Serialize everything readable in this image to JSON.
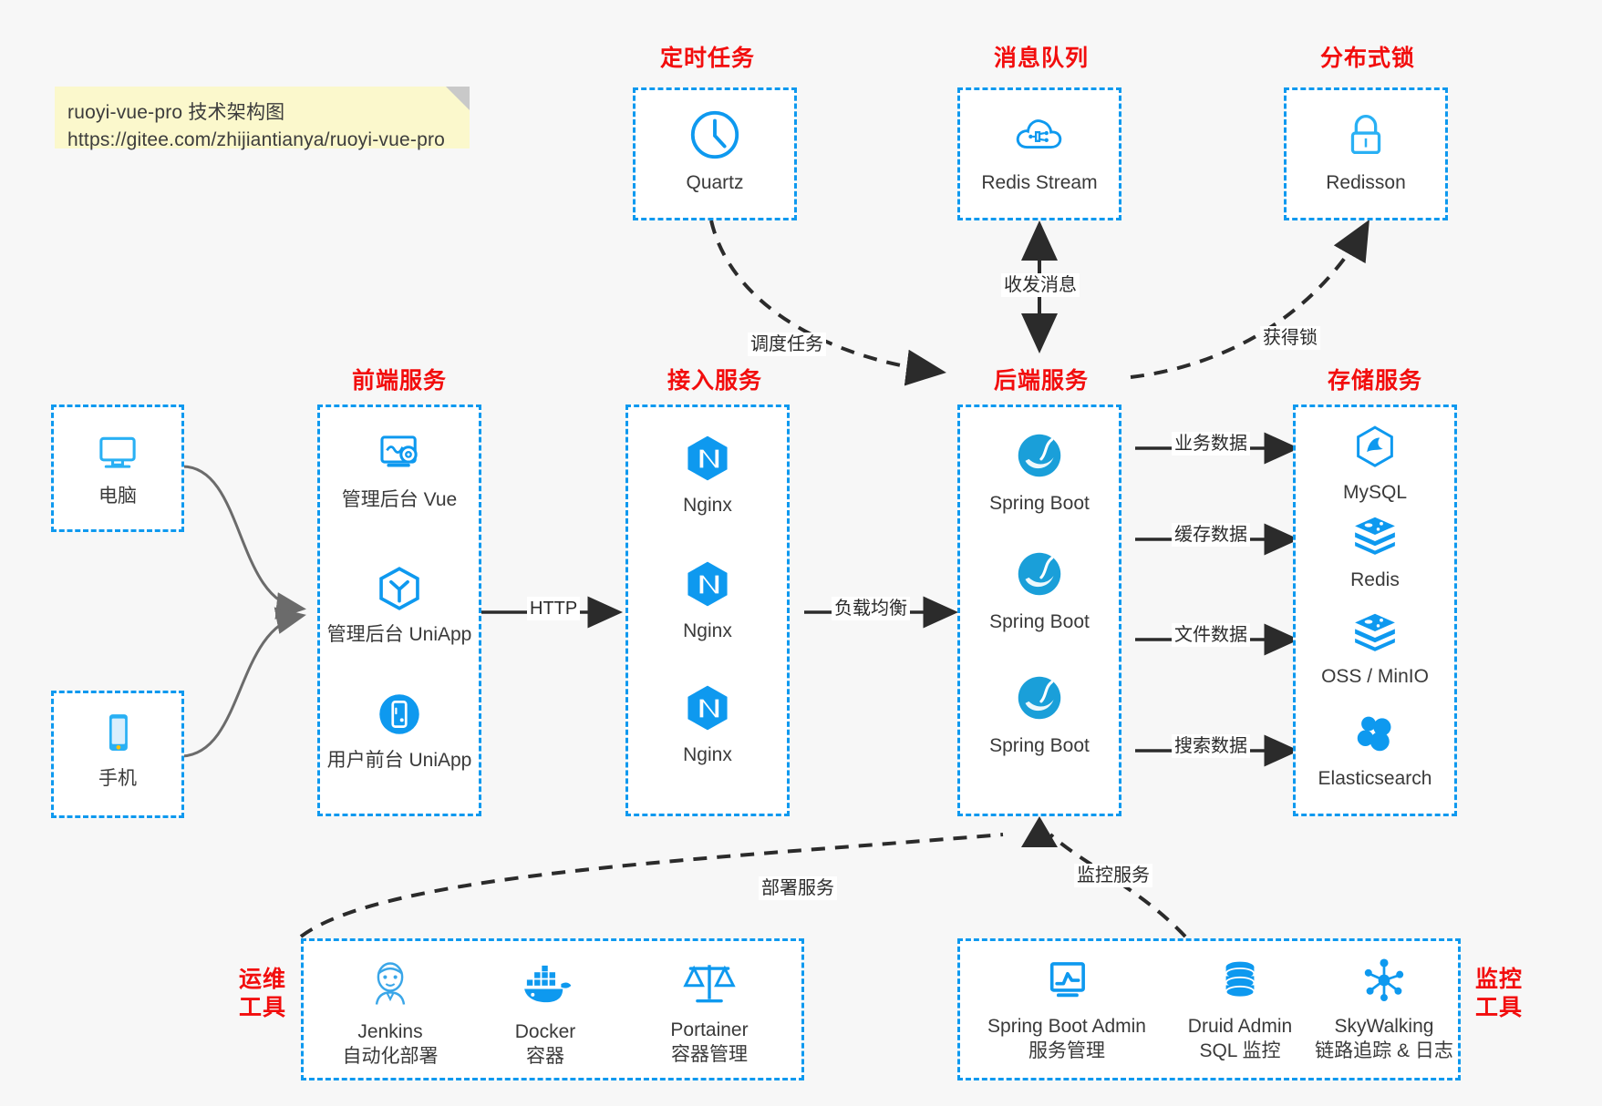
{
  "note": {
    "line1": "ruoyi-vue-pro 技术架构图",
    "line2": "https://gitee.com/zhijiantianya/ruoyi-vue-pro"
  },
  "colors": {
    "accent": "#0e99ef",
    "heading": "#f20d0d",
    "note_bg": "#fbf8cc",
    "canvas": "#f7f7f7",
    "arrow": "#2b2b2b",
    "client_curve": "#6b6b6b"
  },
  "groups": {
    "scheduler": {
      "title": "定时任务"
    },
    "mq": {
      "title": "消息队列"
    },
    "lock": {
      "title": "分布式锁"
    },
    "frontend": {
      "title": "前端服务"
    },
    "gateway": {
      "title": "接入服务"
    },
    "backend": {
      "title": "后端服务"
    },
    "storage": {
      "title": "存储服务"
    },
    "devops": {
      "title": "运维\n工具",
      "line1": "运维",
      "line2": "工具"
    },
    "monitor": {
      "title": "监控\n工具",
      "line1": "监控",
      "line2": "工具"
    }
  },
  "clients": [
    {
      "label": "电脑",
      "icon": "desktop-monitor-icon"
    },
    {
      "label": "手机",
      "icon": "mobile-phone-icon"
    }
  ],
  "scheduler_nodes": [
    {
      "label": "Quartz",
      "icon": "clock-icon"
    }
  ],
  "mq_nodes": [
    {
      "label": "Redis Stream",
      "icon": "cloud-stream-icon"
    }
  ],
  "lock_nodes": [
    {
      "label": "Redisson",
      "icon": "padlock-icon"
    }
  ],
  "frontend_nodes": [
    {
      "label": "管理后台 Vue",
      "icon": "dashboard-gear-icon"
    },
    {
      "label": "管理后台 UniApp",
      "icon": "hexagon-uniapp-icon"
    },
    {
      "label": "用户前台 UniApp",
      "icon": "phone-circle-icon"
    }
  ],
  "gateway_nodes": [
    {
      "label": "Nginx",
      "icon": "nginx-icon"
    },
    {
      "label": "Nginx",
      "icon": "nginx-icon"
    },
    {
      "label": "Nginx",
      "icon": "nginx-icon"
    }
  ],
  "backend_nodes": [
    {
      "label": "Spring Boot",
      "icon": "spring-boot-icon"
    },
    {
      "label": "Spring Boot",
      "icon": "spring-boot-icon"
    },
    {
      "label": "Spring Boot",
      "icon": "spring-boot-icon"
    }
  ],
  "storage_nodes": [
    {
      "label": "MySQL",
      "icon": "mysql-icon"
    },
    {
      "label": "Redis",
      "icon": "redis-icon"
    },
    {
      "label": "OSS / MinIO",
      "icon": "oss-minio-icon"
    },
    {
      "label": "Elasticsearch",
      "icon": "elasticsearch-icon"
    }
  ],
  "devops_nodes": [
    {
      "label": "Jenkins",
      "sublabel": "自动化部署",
      "icon": "jenkins-butler-icon"
    },
    {
      "label": "Docker",
      "sublabel": "容器",
      "icon": "docker-whale-icon"
    },
    {
      "label": "Portainer",
      "sublabel": "容器管理",
      "icon": "balance-scale-icon"
    }
  ],
  "monitor_nodes": [
    {
      "label": "Spring Boot Admin",
      "sublabel": "服务管理",
      "icon": "monitor-chart-icon"
    },
    {
      "label": "Druid Admin",
      "sublabel": "SQL 监控",
      "icon": "database-cylinder-icon"
    },
    {
      "label": "SkyWalking",
      "sublabel": "链路追踪 & 日志",
      "icon": "network-nodes-icon"
    }
  ],
  "edges": [
    {
      "id": "schedule",
      "label": "调度任务"
    },
    {
      "id": "message",
      "label": "收发消息"
    },
    {
      "id": "acquire-lock",
      "label": "获得锁"
    },
    {
      "id": "http",
      "label": "HTTP"
    },
    {
      "id": "load-balance",
      "label": "负载均衡"
    },
    {
      "id": "biz-data",
      "label": "业务数据"
    },
    {
      "id": "cache-data",
      "label": "缓存数据"
    },
    {
      "id": "file-data",
      "label": "文件数据"
    },
    {
      "id": "search-data",
      "label": "搜索数据"
    },
    {
      "id": "deploy-service",
      "label": "部署服务"
    },
    {
      "id": "monitor-service",
      "label": "监控服务"
    }
  ]
}
